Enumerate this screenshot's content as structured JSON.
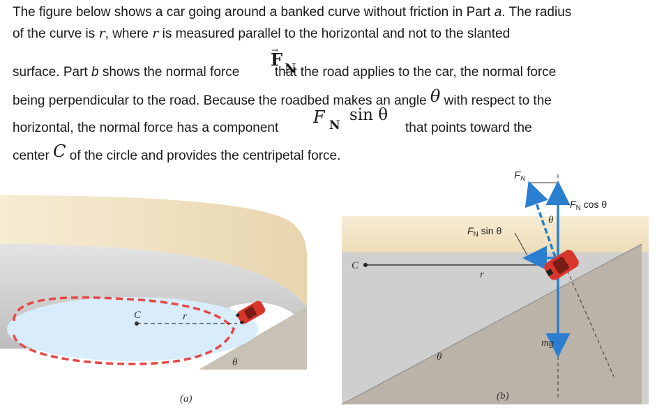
{
  "paragraph": {
    "l1": "The figure below shows a car going around a banked curve without friction in Part ",
    "l1_part": "a",
    "l1_end": ". The radius",
    "l2a": "of the curve is ",
    "l2_r1": "r",
    "l2b": ", where ",
    "l2_r2": "r",
    "l2c": " is measured parallel to the horizontal and not to the slanted",
    "l3a": "surface. Part ",
    "l3_part": "b",
    "l3b": " shows the normal force ",
    "l3_vec": "F",
    "l3_sub": "N",
    "l3c": " that the road applies to the car, the normal force",
    "l4a": "being perpendicular to the road. Because the roadbed makes an angle ",
    "l4_theta": "θ",
    "l4b": " with respect to the",
    "l5a": "horizontal, the normal force has a component ",
    "l5_F": "F",
    "l5_sub": "N",
    "l5_sin": "sin θ",
    "l5b": " that points toward the",
    "l6a": "center ",
    "l6_C": "C",
    "l6b": " of the circle and provides the centripetal force."
  },
  "figure_a": {
    "center_label": "C",
    "radius_label": "r",
    "angle_label": "θ",
    "caption": "(a)"
  },
  "figure_b": {
    "center_label": "C",
    "radius_label": "r",
    "angle_label_top": "θ",
    "angle_label_bottom": "θ",
    "fn_label": "F",
    "fn_sub": "N",
    "fn_cos_label": "F",
    "fn_cos_sub": "N",
    "fn_cos_tail": " cos θ",
    "fn_sin_label": "F",
    "fn_sin_sub": "N",
    "fn_sin_tail": " sin θ",
    "weight_label": "mg",
    "caption": "(b)"
  },
  "colors": {
    "arrow_blue": "#2a7fd0",
    "car_red": "#d9362b",
    "dash_red": "#e84545",
    "ice_blue": "#d8ecfb",
    "road_grey": "#c9c9c9",
    "wall_tan": "#f3e2c2",
    "ground_grey": "#c8c1b6"
  }
}
